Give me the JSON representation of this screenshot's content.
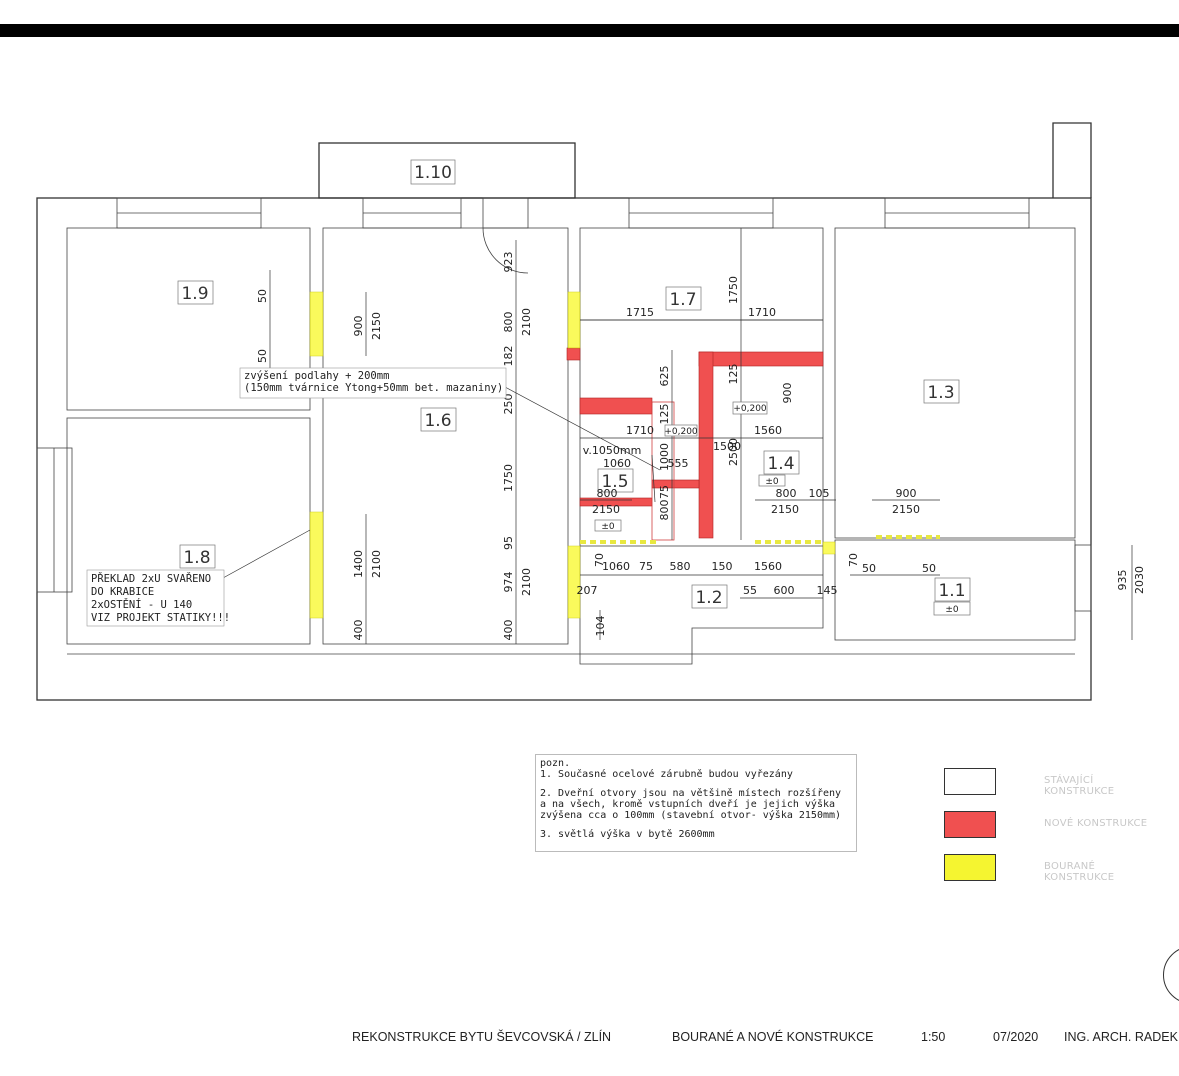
{
  "rooms": {
    "r110": "1.10",
    "r19": "1.9",
    "r16": "1.6",
    "r17": "1.7",
    "r13": "1.3",
    "r18": "1.8",
    "r15": "1.5",
    "r14": "1.4",
    "r12": "1.2",
    "r11": "1.1"
  },
  "dims": {
    "d923": "923",
    "d800a": "800",
    "d2100a": "2100",
    "d182": "182",
    "d250": "250",
    "d1750a": "1750",
    "d95": "95",
    "d974": "974",
    "d2100b": "2100",
    "d400a": "400",
    "d900a": "900",
    "d2150a": "2150",
    "d50a": "50",
    "d50b": "50",
    "d1400": "1400",
    "d2100c": "2100",
    "d400b": "400",
    "d1715": "1715",
    "d1710a": "1710",
    "d1750b": "1750",
    "d625": "625",
    "d125a": "125",
    "d125b": "125",
    "d900b": "900",
    "d1710b": "1710",
    "d1560a": "1560",
    "d1500": "1500",
    "d2500": "2500",
    "d1000": "1000",
    "d1060a": "1060",
    "d555": "555",
    "d75a": "75",
    "d800b": "800",
    "d2150b": "2150",
    "d800c": "800",
    "d800d": "800",
    "d105": "105",
    "d2150c": "2150",
    "d900c": "900",
    "d2150d": "2150",
    "d70a": "70",
    "d1060b": "1060",
    "d75b": "75",
    "d580": "580",
    "d150": "150",
    "d1560b": "1560",
    "d70b": "70",
    "d50c": "50",
    "d50d": "50",
    "d207": "207",
    "d104": "104",
    "d55": "55",
    "d600": "600",
    "d145": "145",
    "d935": "935",
    "d2030": "2030",
    "dv1050": "v.1050mm"
  },
  "levels": {
    "l1": "+0,200",
    "l2": "+0,200",
    "l3": "±0",
    "l4": "±0",
    "l5": "±0"
  },
  "annotations": {
    "floor_line1": "zvýšení podlahy + 200mm",
    "floor_line2": "(150mm tvárnice Ytong+50mm bet. mazaniny)",
    "lintel_line1": "PŘEKLAD 2xU SVAŘENO",
    "lintel_line2": "DO KRABICE",
    "lintel_line3": "2xOSTĚNÍ - U 140",
    "lintel_line4": "VIZ PROJEKT STATIKY!!!"
  },
  "notes": {
    "title": "pozn.",
    "n1": "1. Současné ocelové zárubně budou vyřezány",
    "n2": "2. Dveřní otvory jsou na většině místech rozšířeny\na na všech, kromě vstupních dveří je jejich výška\nzvýšena cca o 100mm (stavební otvor- výška 2150mm)",
    "n3": "3. světlá výška v bytě 2600mm"
  },
  "legend": [
    {
      "label": "STÁVAJÍCÍ KONSTRUKCE",
      "color": "#ffffff"
    },
    {
      "label": "NOVÉ KONSTRUKCE",
      "color": "#f05050"
    },
    {
      "label": "BOURANÉ KONSTRUKCE",
      "color": "#f5f530"
    }
  ],
  "footer": {
    "project": "REKONSTRUKCE BYTU ŠEVCOVSKÁ / ZLÍN",
    "sheet": "BOURANÉ A NOVÉ KONSTRUKCE",
    "scale": "1:50",
    "date": "07/2020",
    "author": "ING. ARCH. RADEK"
  }
}
